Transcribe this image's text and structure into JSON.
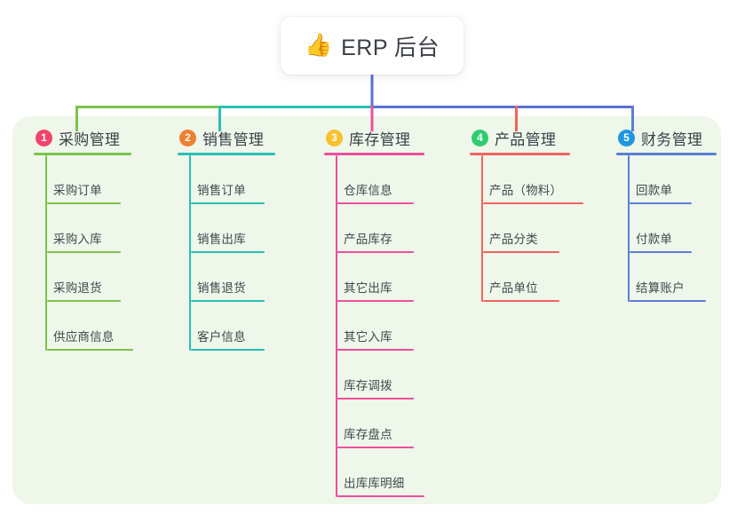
{
  "diagram": {
    "type": "mindmap",
    "background_panel_color": "#eef7e9",
    "root": {
      "icon": "thumbs-up-icon",
      "emoji": "👍",
      "title": "ERP 后台"
    },
    "branches": [
      {
        "number": "1",
        "title": "采购管理",
        "badge_color": "#f2436a",
        "line_color": "#7cc24c",
        "items": [
          "采购订单",
          "采购入库",
          "采购退货",
          "供应商信息"
        ]
      },
      {
        "number": "2",
        "title": "销售管理",
        "badge_color": "#f07f30",
        "line_color": "#29bfb4",
        "items": [
          "销售订单",
          "销售出库",
          "销售退货",
          "客户信息"
        ]
      },
      {
        "number": "3",
        "title": "库存管理",
        "badge_color": "#fbc02d",
        "line_color": "#ef4e9c",
        "items": [
          "仓库信息",
          "产品库存",
          "其它出库",
          "其它入库",
          "库存调拨",
          "库存盘点",
          "出库库明细"
        ]
      },
      {
        "number": "4",
        "title": "产品管理",
        "badge_color": "#2ecc71",
        "line_color": "#f26360",
        "items": [
          "产品（物料）",
          "产品分类",
          "产品单位"
        ]
      },
      {
        "number": "5",
        "title": "财务管理",
        "badge_color": "#2196e0",
        "line_color": "#5b7fd4",
        "items": [
          "回款单",
          "付款单",
          "结算账户"
        ]
      }
    ],
    "connectors": {
      "root_stem_color": "#5b6fd4",
      "bus_left_color": "#7cc24c",
      "bus_mid_color": "#29bfb4",
      "bus_right_color": "#5b6fd4"
    }
  }
}
